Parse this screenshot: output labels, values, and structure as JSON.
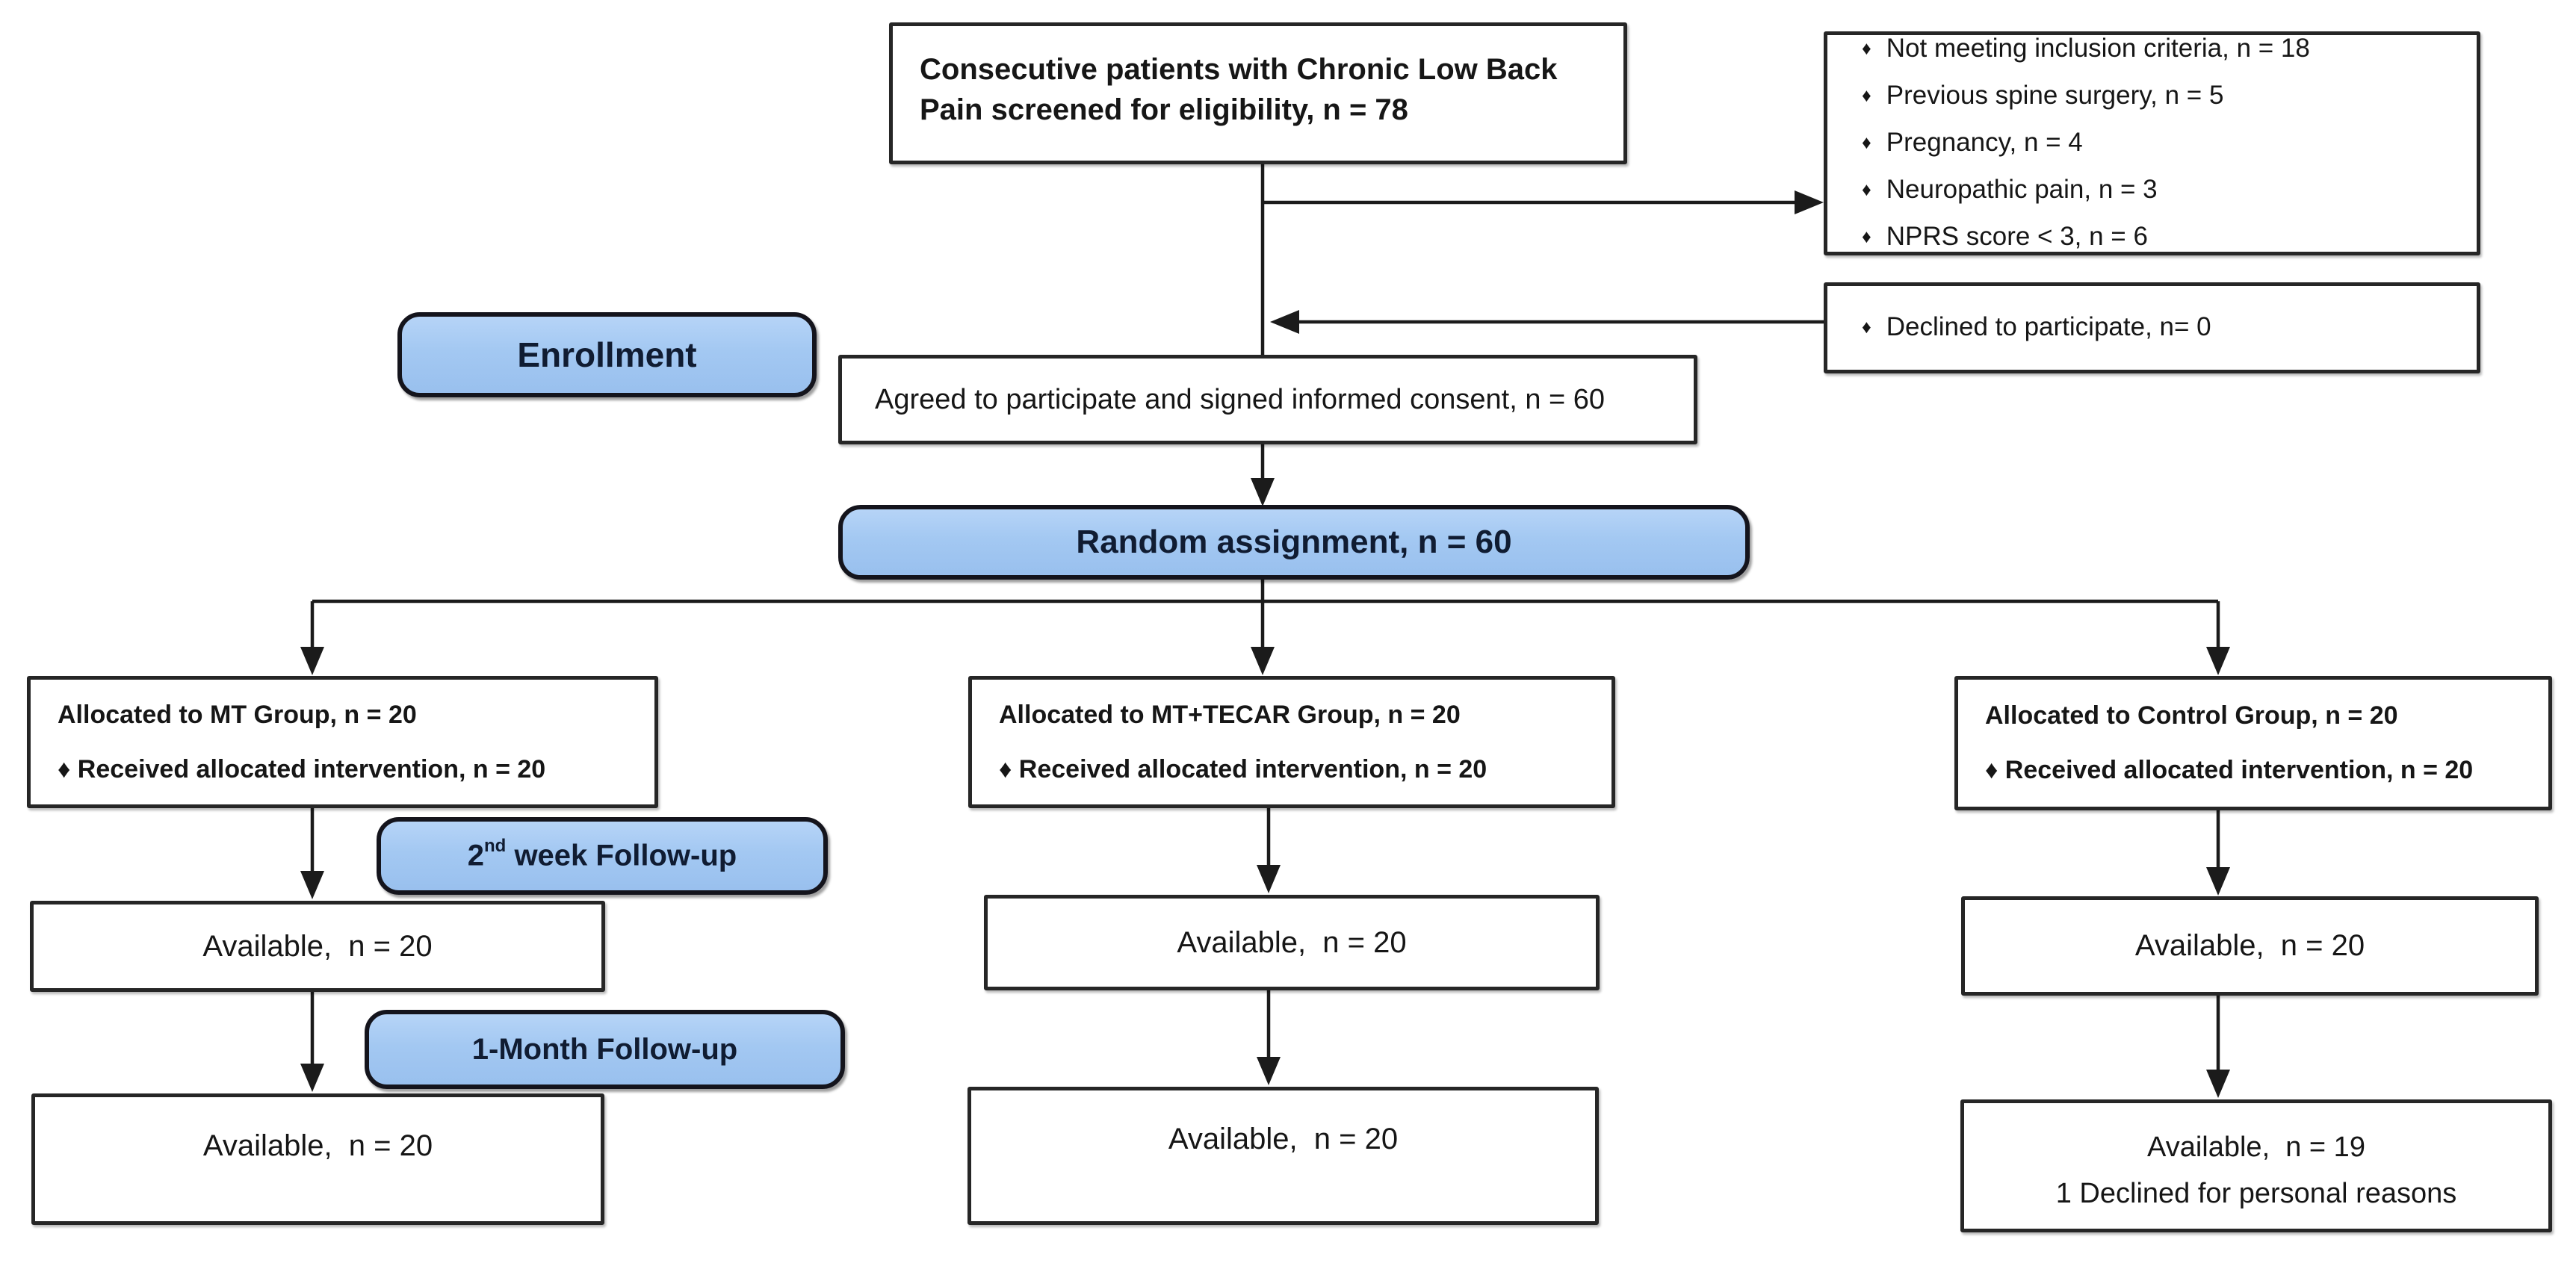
{
  "colors": {
    "accent_blue": "#a3c8f2",
    "line": "#1b1b1b"
  },
  "icons": {
    "bullet": "♦"
  },
  "screening": {
    "screened": "Consecutive patients with Chronic Low Back Pain screened for eligibility, n = 78",
    "excluded": [
      "Not meeting inclusion criteria, n = 18",
      "Previous spine surgery, n = 5",
      "Pregnancy, n = 4",
      "Neuropathic pain, n = 3",
      "NPRS score < 3, n = 6"
    ],
    "declined": [
      "Declined to participate, n= 0"
    ]
  },
  "enrollment": {
    "label": "Enrollment",
    "consent": "Agreed to participate and signed informed consent, n = 60"
  },
  "randomization": {
    "label": "Random assignment, n = 60"
  },
  "allocation": {
    "mt": {
      "line1": "Allocated to MT Group, n = 20",
      "line2": "♦ Received allocated intervention, n = 20"
    },
    "mt_tecar": {
      "line1": "Allocated to MT+TECAR Group, n = 20",
      "line2": "♦ Received allocated intervention, n = 20"
    },
    "control": {
      "line1": "Allocated to Control Group, n = 20",
      "line2": "♦ Received allocated intervention, n = 20"
    }
  },
  "followup_2week": {
    "label_prefix": "2",
    "label_sup": "nd",
    "label_suffix": " week Follow-up",
    "mt": "Available,  n = 20",
    "mt_tecar": "Available,  n = 20",
    "control": "Available,  n = 20"
  },
  "followup_1month": {
    "label": "1-Month Follow-up",
    "mt": "Available,  n = 20",
    "mt_tecar": "Available,  n = 20",
    "control_line1": "Available,  n = 19",
    "control_line2": "1 Declined for personal reasons"
  }
}
